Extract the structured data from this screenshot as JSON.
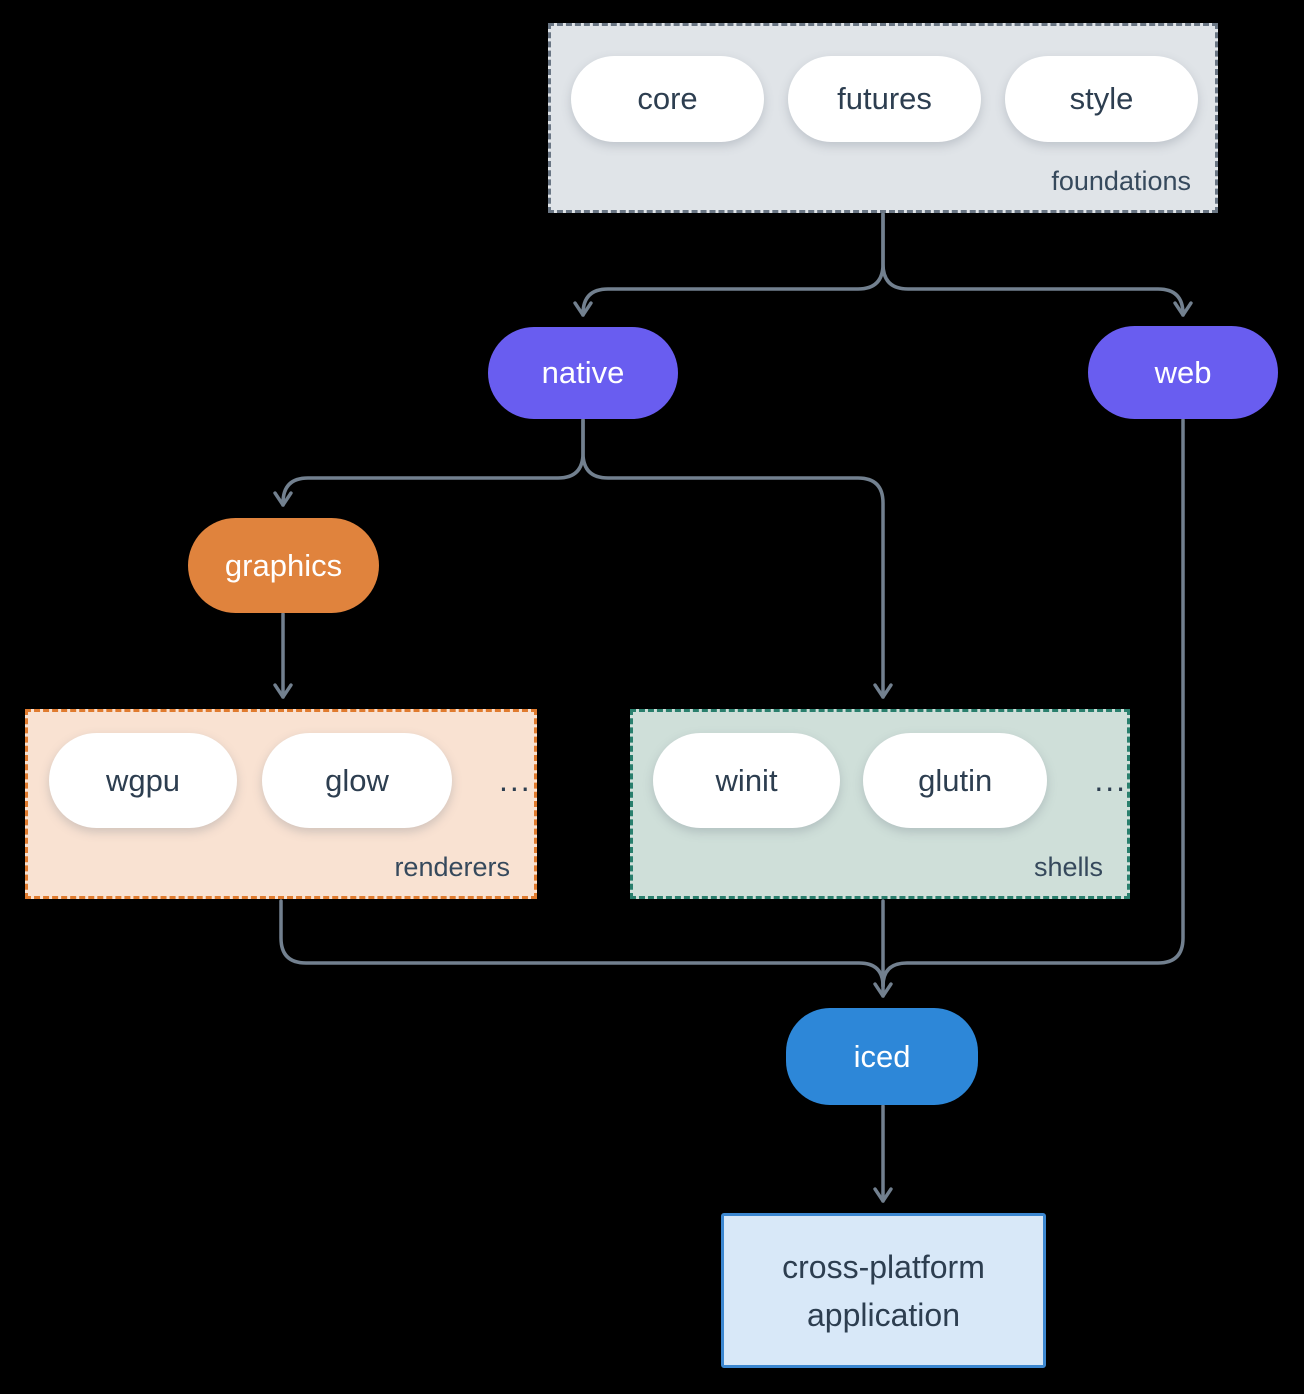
{
  "colors": {
    "background": "#000000",
    "arrow": "#72808f",
    "text-dark": "#2d3e50",
    "text-mid": "#36495c",
    "text-light": "#ffffff",
    "foundations-fill": "#e0e4e8",
    "foundations-border": "#6a7684",
    "purple": "#695df0",
    "orange": "#e0833d",
    "renderers-fill": "#f9e2d2",
    "renderers-border": "#e07b2e",
    "shells-fill": "#cfdfd9",
    "shells-border": "#297f6d",
    "blue": "#2d87d8",
    "app-fill": "#d8e8f8",
    "app-border": "#3c87d0"
  },
  "diagram": {
    "foundations": {
      "label": "foundations",
      "pills": [
        "core",
        "futures",
        "style"
      ]
    },
    "native": {
      "label": "native"
    },
    "web": {
      "label": "web"
    },
    "graphics": {
      "label": "graphics"
    },
    "renderers": {
      "label": "renderers",
      "pills": [
        "wgpu",
        "glow"
      ],
      "ellipsis": "..."
    },
    "shells": {
      "label": "shells",
      "pills": [
        "winit",
        "glutin"
      ],
      "ellipsis": "..."
    },
    "iced": {
      "label": "iced"
    },
    "application": {
      "line1": "cross-platform",
      "line2": "application"
    }
  }
}
